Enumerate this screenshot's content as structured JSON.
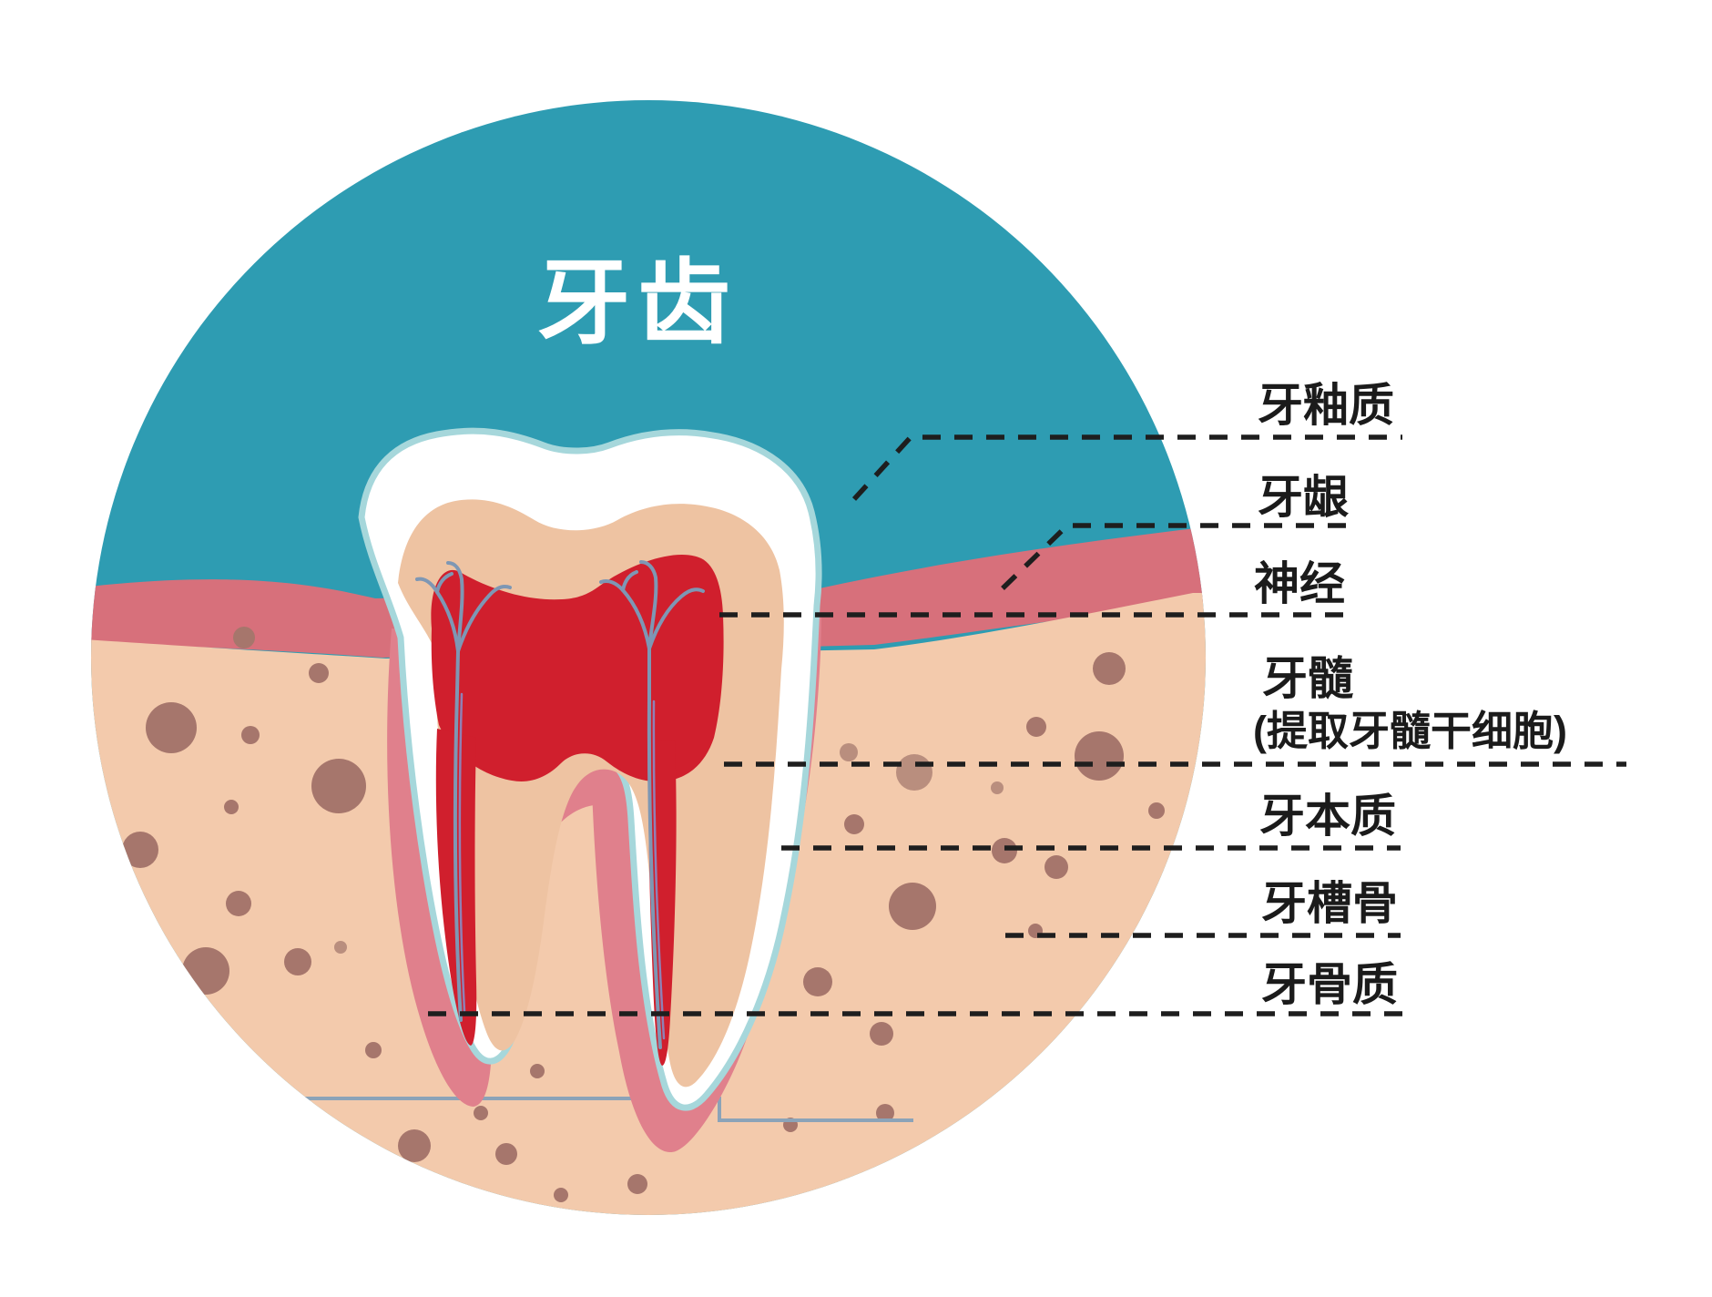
{
  "diagram": {
    "title": "牙齿",
    "labels": [
      {
        "text": "牙釉质"
      },
      {
        "text": "牙龈"
      },
      {
        "text": "神经"
      },
      {
        "text": "牙髓",
        "subtext": "(提取牙髓干细胞)"
      },
      {
        "text": "牙本质"
      },
      {
        "text": "牙槽骨"
      },
      {
        "text": "牙骨质"
      }
    ],
    "colors": {
      "background": "#FFFFFF",
      "circle_teal": "#2E9CB2",
      "title_white": "#FFFFFF",
      "gum_rose": "#D7707B",
      "bone_peach": "#F3CAAC",
      "bone_dot_brown": "#A6766C",
      "bone_dot_light": "#B98E7E",
      "enamel_white": "#FFFFFF",
      "enamel_outline": "#A6D7DB",
      "dentin_peach": "#EEC3A2",
      "pulp_red": "#D01F2D",
      "periodontal_pink": "#E0808C",
      "nerve_slate": "#7E97B4",
      "nerve_purple": "#9080B5",
      "socket_line": "#8BA3B8",
      "leader_black": "#1E1E1E"
    }
  }
}
